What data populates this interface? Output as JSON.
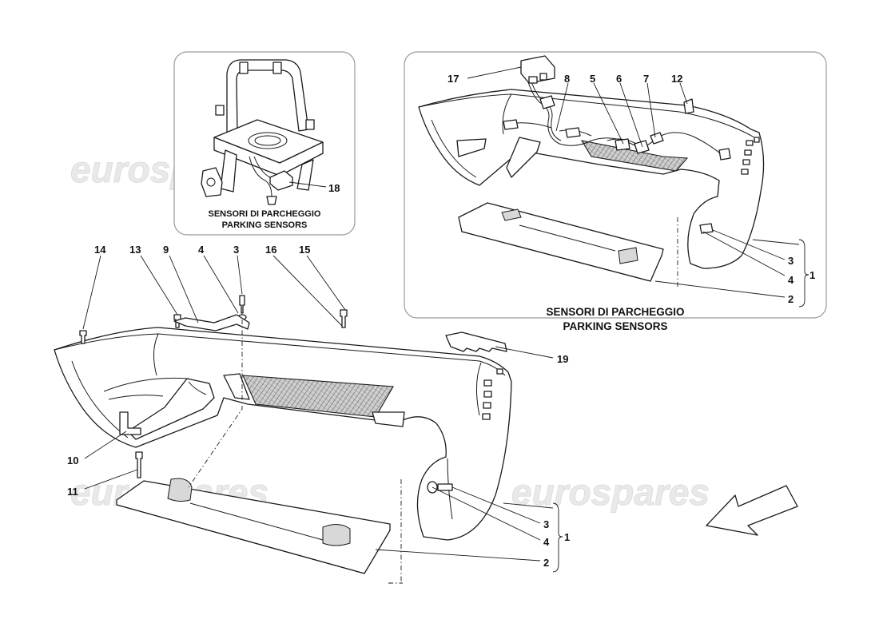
{
  "watermark": "eurospares",
  "panels": {
    "sensor_bracket": {
      "caption_line1": "SENSORI DI PARCHEGGIO",
      "caption_line2": "PARKING SENSORS"
    },
    "sensor_bumper": {
      "caption_line1": "SENSORI DI PARCHEGGIO",
      "caption_line2": "PARKING SENSORS"
    }
  },
  "callouts": {
    "c18": "18",
    "c17": "17",
    "c8": "8",
    "c5": "5",
    "c6": "6",
    "c7": "7",
    "c12": "12",
    "c3r": "3",
    "c4r": "4",
    "c2r": "2",
    "c1r": "1",
    "c14": "14",
    "c13": "13",
    "c9": "9",
    "c4": "4",
    "c3": "3",
    "c16": "16",
    "c15": "15",
    "c19": "19",
    "c10": "10",
    "c11": "11",
    "c3m": "3",
    "c4m": "4",
    "c2m": "2",
    "c1m": "1"
  },
  "icons": {
    "direction": "arrow-icon"
  }
}
